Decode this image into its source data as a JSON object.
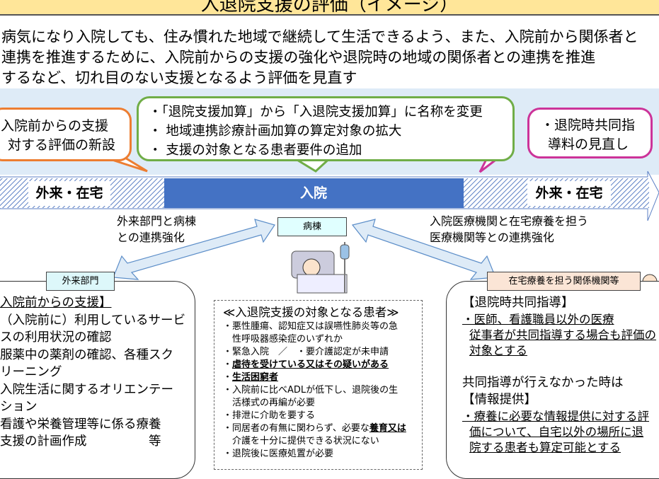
{
  "title": "入退院支援の評価（イメージ）",
  "intro": [
    "病気になり入院しても、住み慣れた地域で継続して生活できるよう、また、入院前から関係者と",
    "連携を推進するために、入院前からの支援の強化や退院時の地域の関係者との連携を推進",
    "するなど、切れ目のない支援となるよう評価を見直す"
  ],
  "bubbles": {
    "left": [
      "入院前からの支援",
      "対する評価の新設"
    ],
    "center": [
      "・「退院支援加算」から「入退院支援加算」に名称を変更",
      "・ 地域連携診療計画加算の算定対象の拡大",
      "・ 支援の対象となる患者要件の追加"
    ],
    "right": [
      "・退院時共同指",
      "導料の見直し"
    ]
  },
  "band": {
    "left": "外来・在宅",
    "center": "入院",
    "right": "外来・在宅"
  },
  "connections": {
    "left": [
      "外来部門と病棟",
      "との連携強化"
    ],
    "ward": "病棟",
    "right": [
      "入院医療機関と在宅療養を担う",
      "医療機関等との連携強化"
    ]
  },
  "left_panel": {
    "tag": "外来部門",
    "heading": "入院前からの支援】",
    "lines": [
      "（入院前に）利用しているサービ",
      "スの利用状況の確認",
      "服薬中の薬剤の確認、各種スク",
      "リーニング",
      "入院生活に関するオリエンテー",
      "ション",
      "看護や栄養管理等に係る療養",
      "支援の計画作成　　　　　等"
    ]
  },
  "center_panel": {
    "heading": "≪入退院支援の対象となる患者≫",
    "lines": [
      {
        "t": "・悪性腫瘍、認知症又は誤嚥性肺炎等の急"
      },
      {
        "t": "　性呼吸器感染症のいずれか"
      },
      {
        "t": "・緊急入院　／　・要介護認定が未申請"
      },
      {
        "t": "・",
        "bu": "虐待を受けている又はその疑いがある"
      },
      {
        "t": "・",
        "bu": "生活困窮者"
      },
      {
        "t": "・入院前に比べADLが低下し、退院後の生"
      },
      {
        "t": "　活様式の再編が必要"
      },
      {
        "t": "・排泄に介助を要する"
      },
      {
        "t": "・同居者の有無に関わらず、必要な",
        "bu": "養育又は"
      },
      {
        "t": "　介護を十分に提供できる状況にない"
      },
      {
        "t": "・退院後に医療処置が必要"
      }
    ]
  },
  "right_panel": {
    "tag": "在宅療養を担う関係機関等",
    "heading1": "【退院時共同指導】",
    "lines1": [
      "・医師、看護職員以外の医療",
      "従事者が共同指導する場合も評価の",
      "対象とする"
    ],
    "sub": "共同指導が行えなかった時は",
    "heading2": "【情報提供】",
    "lines2": [
      "・療養に必要な情報提供に対する評",
      "価について、自宅以外の場所に退",
      "院する患者も算定可能とする"
    ]
  },
  "colors": {
    "orange": "#ED7D31",
    "green": "#70AD47",
    "pink": "#CC3399",
    "blue": "#4472C4",
    "lightblue": "#DEEBF7"
  }
}
